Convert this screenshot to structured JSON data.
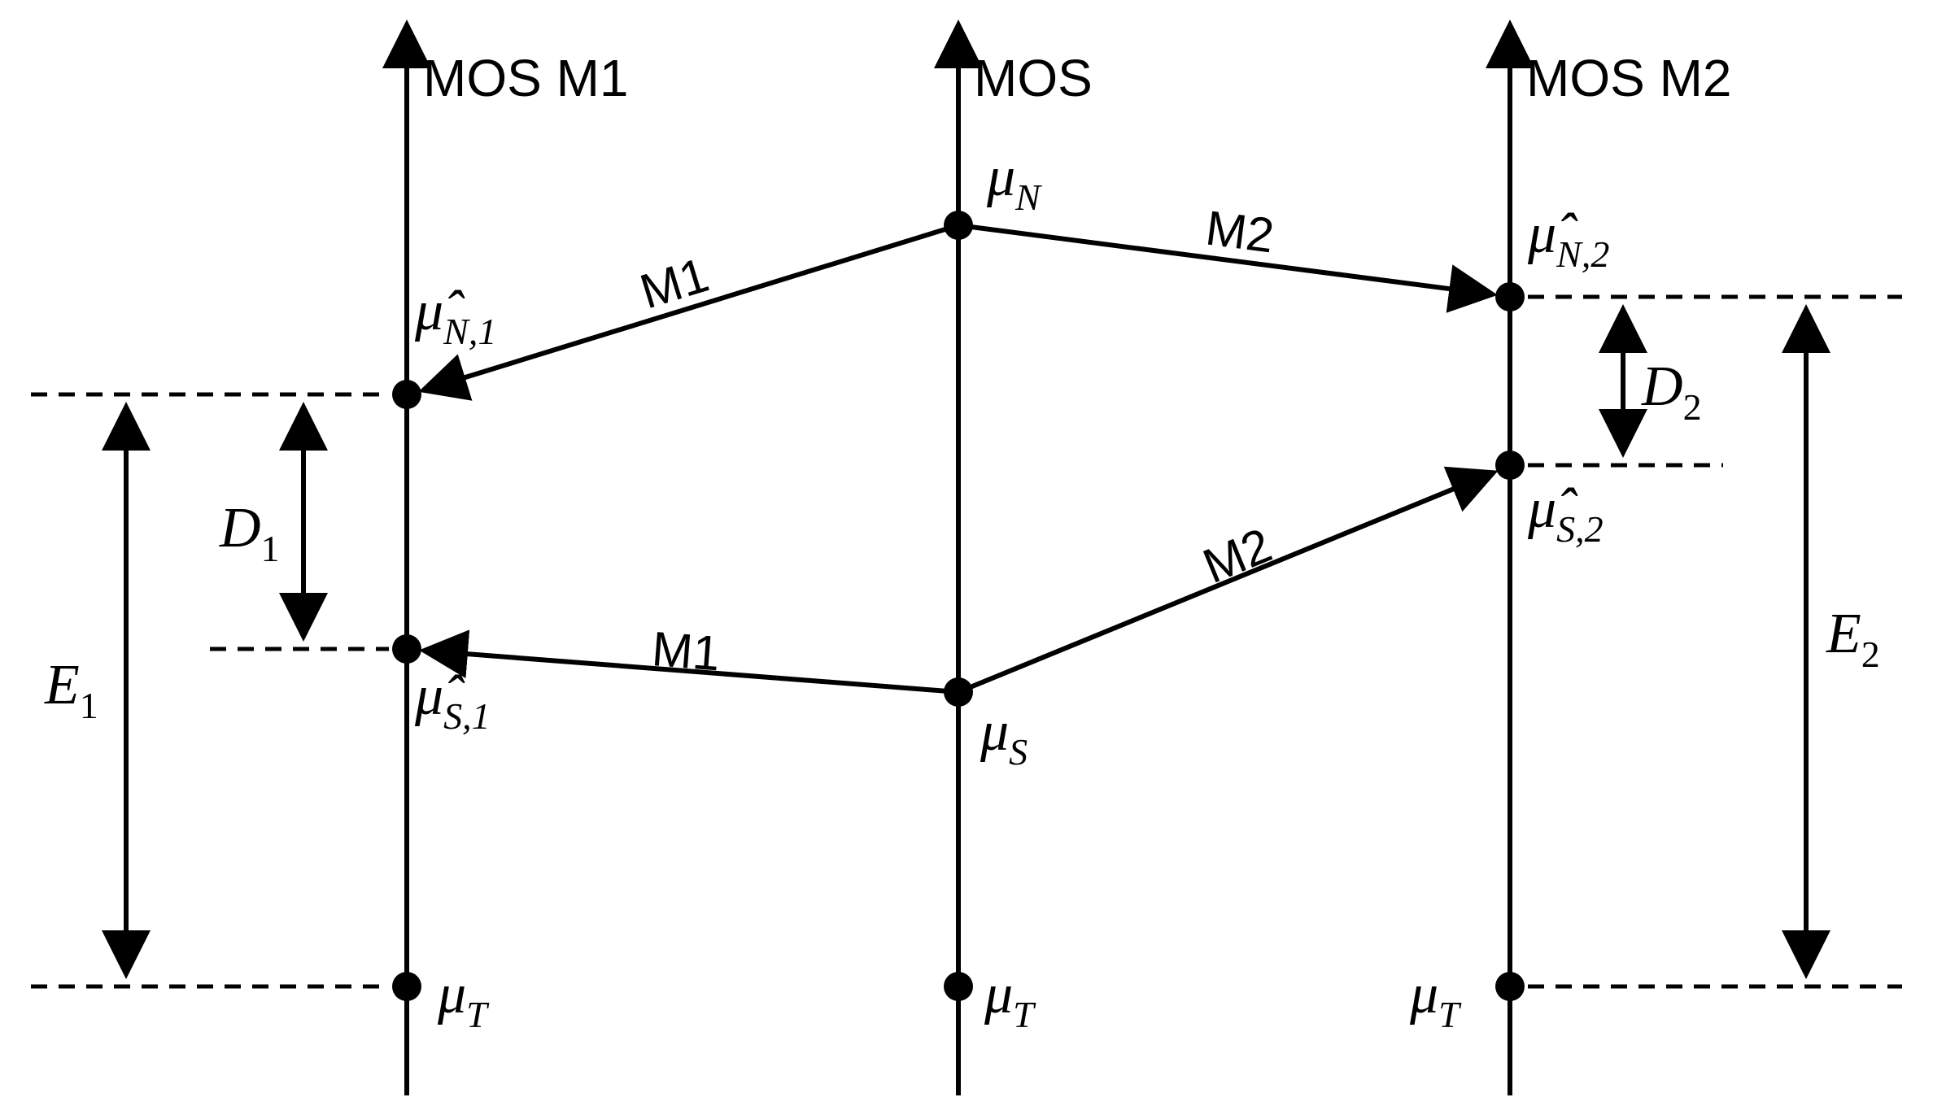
{
  "axes": {
    "left": "MOS M1",
    "center": "MOS",
    "right": "MOS M2"
  },
  "points": {
    "mu_N": {
      "base": "μ",
      "sub": "N"
    },
    "mu_S": {
      "base": "μ",
      "sub": "S"
    },
    "mu_T_left": {
      "base": "μ",
      "sub": "T"
    },
    "mu_T_center": {
      "base": "μ",
      "sub": "T"
    },
    "mu_T_right": {
      "base": "μ",
      "sub": "T"
    },
    "muhat_N1": {
      "base": "μ̂",
      "sub": "N,1"
    },
    "muhat_S1": {
      "base": "μ̂",
      "sub": "S,1"
    },
    "muhat_N2": {
      "base": "μ̂",
      "sub": "N,2"
    },
    "muhat_S2": {
      "base": "μ̂",
      "sub": "S,2"
    }
  },
  "mappings": {
    "m1_top": "M1",
    "m1_bottom": "M1",
    "m2_top": "M2",
    "m2_bottom": "M2"
  },
  "distances": {
    "D1": {
      "base": "D",
      "sub": "1"
    },
    "E1": {
      "base": "E",
      "sub": "1"
    },
    "D2": {
      "base": "D",
      "sub": "2"
    },
    "E2": {
      "base": "E",
      "sub": "2"
    }
  }
}
